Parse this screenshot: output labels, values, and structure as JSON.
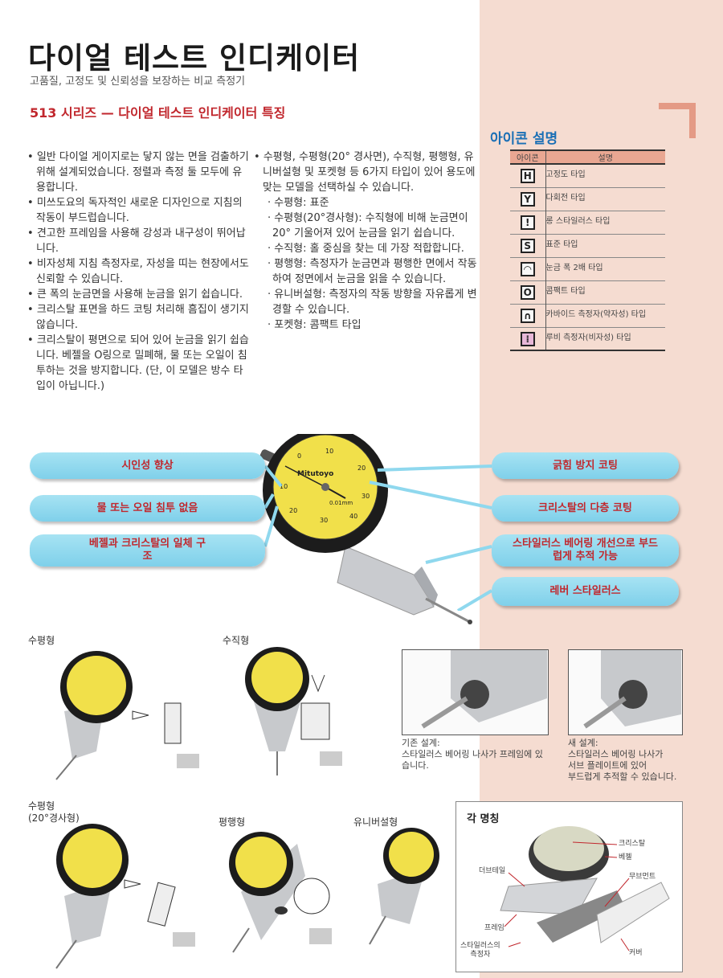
{
  "header": {
    "title": "다이얼 테스트 인디케이터",
    "subtitle": "고품질, 고정도 및 신뢰성을 보장하는 비교 측정기",
    "feature_heading": "513 시리즈 — 다이얼 테스트 인디케이터 특징"
  },
  "features_left": [
    "일반 다이얼 게이지로는 닿지 않는 면을 검출하기 위해 설계되었습니다. 정렬과 측정 둘 모두에 유용합니다.",
    "미쓰도요의 독자적인 새로운 디자인으로 지침의 작동이 부드럽습니다.",
    "견고한 프레임을 사용해 강성과 내구성이 뛰어납니다.",
    "비자성체 지침 측정자로, 자성을 띠는 현장에서도 신뢰할 수 있습니다.",
    "큰 폭의 눈금면을 사용해 눈금을 읽기 쉽습니다.",
    "크리스탈 표면을 하드 코팅 처리해 흠집이 생기지 않습니다.",
    "크리스탈이 평면으로 되어 있어 눈금을 읽기 쉽습니다. 베젤을 O링으로 밀폐해, 물 또는 오일이 침투하는 것을 방지합니다. (단, 이 모델은 방수 타입이 아닙니다.)"
  ],
  "features_right": {
    "intro": "수평형, 수평형(20° 경사면), 수직형, 평행형, 유니버설형 및 포켓형 등 6가지 타입이 있어 용도에 맞는 모델을 선택하실 수 있습니다.",
    "types": [
      "· 수평형: 표준",
      "· 수평형(20°경사형): 수직형에 비해 눈금면이 20° 기울어져 있어 눈금을 읽기 쉽습니다.",
      "· 수직형: 홀 중심을 찾는 데 가장 적합합니다.",
      "· 평행형: 측정자가 눈금면과 평행한 면에서 작동하여 정면에서 눈금을 읽을 수 있습니다.",
      "· 유니버설형: 측정자의 작동 방향을 자유롭게 변경할 수 있습니다.",
      "· 포켓형: 콤팩트 타입"
    ]
  },
  "icon_legend": {
    "heading": "아이콘 설명",
    "col_icon": "아이콘",
    "col_desc": "설명",
    "rows": [
      {
        "icon": "H",
        "desc": "고정도 타입"
      },
      {
        "icon": "Y",
        "desc": "다회전 타입"
      },
      {
        "icon": "!",
        "desc": "롱 스타일러스 타입"
      },
      {
        "icon": "S",
        "desc": "표준 타입"
      },
      {
        "icon": "◠",
        "desc": "눈금 폭 2배 타입"
      },
      {
        "icon": "O",
        "desc": "콤팩트 타입"
      },
      {
        "icon": "∩",
        "desc": "카바이드 측정자(약자성) 타입"
      },
      {
        "icon": "⁞",
        "desc": "루비 측정자(비자성) 타입"
      }
    ]
  },
  "callouts": {
    "left": [
      "시인성 향상",
      "물 또는 오일 침투 없음",
      "베젤과 크리스탈의 일체 구조"
    ],
    "right": [
      "긁힘 방지 코팅",
      "크리스탈의 다층 코팅",
      "스타일러스 베어링 개선으로 부드럽게 추적 가능",
      "레버 스타일러스"
    ]
  },
  "dial": {
    "brand": "Mitutoyo",
    "resolution": "0.01mm",
    "ticks": [
      "0",
      "10",
      "20",
      "30",
      "40"
    ]
  },
  "types": {
    "horizontal": "수평형",
    "vertical": "수직형",
    "horizontal20": "수평형\n(20°경사형)",
    "parallel": "평행형",
    "universal": "유니버설형"
  },
  "design": {
    "old": "기존 설계:\n스타일러스 베어링 나사가 프레임에 있습니다.",
    "new": "새 설계:\n스타일러스 베어링 나사가\n서브 플레이트에 있어\n부드럽게 추적할 수 있습니다."
  },
  "parts": {
    "heading": "각 명칭",
    "labels": {
      "crystal": "크리스탈",
      "bezel": "베젤",
      "dovetail": "더브테일",
      "movement": "무브먼트",
      "frame": "프레임",
      "stylus": "스타일러스의\n측정자",
      "cover": "커버"
    }
  },
  "colors": {
    "accent_red": "#c1272d",
    "blue": "#1a6fb5",
    "pink_bg": "#f5dcd1",
    "pill": "#8fd8ee",
    "dial_yellow": "#f1e04a"
  }
}
